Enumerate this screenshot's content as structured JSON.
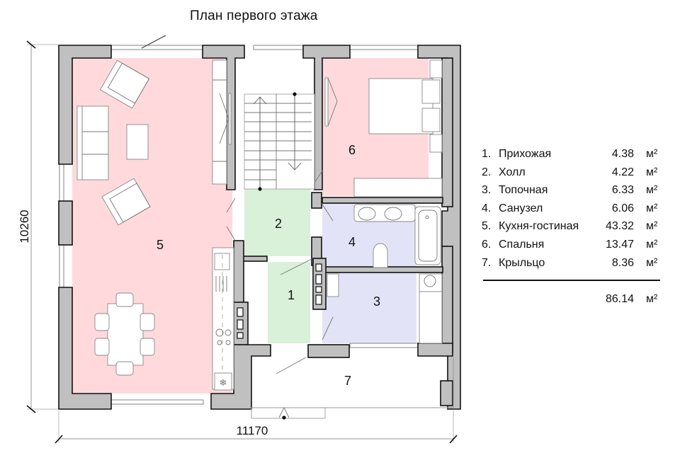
{
  "title": "План первого этажа",
  "dimensions": {
    "height": "10260",
    "width": "11170"
  },
  "rooms": [
    {
      "number": "1",
      "name": "Прихожая",
      "area": "4.38",
      "unit": "м²",
      "color": "#d9f0d9"
    },
    {
      "number": "2",
      "name": "Холл",
      "area": "4.22",
      "unit": "м²",
      "color": "#d9f0d9"
    },
    {
      "number": "3",
      "name": "Топочная",
      "area": "6.33",
      "unit": "м²",
      "color": "#e3e3f8"
    },
    {
      "number": "4",
      "name": "Санузел",
      "area": "6.06",
      "unit": "м²",
      "color": "#e3e3f8"
    },
    {
      "number": "5",
      "name": "Кухня-гостиная",
      "area": "43.32",
      "unit": "м²",
      "color": "#ffd9dc"
    },
    {
      "number": "6",
      "name": "Спальня",
      "area": "13.47",
      "unit": "м²",
      "color": "#ffd9dc"
    },
    {
      "number": "7",
      "name": "Крыльцо",
      "area": "8.36",
      "unit": "м²",
      "color": "#ffffff"
    }
  ],
  "legend": [
    {
      "index": "1.",
      "name": "Прихожая",
      "area": "4.38",
      "unit": "м²"
    },
    {
      "index": "2.",
      "name": "Холл",
      "area": "4.22",
      "unit": "м²"
    },
    {
      "index": "3.",
      "name": "Топочная",
      "area": "6.33",
      "unit": "м²"
    },
    {
      "index": "4.",
      "name": "Санузел",
      "area": "6.06",
      "unit": "м²"
    },
    {
      "index": "5.",
      "name": "Кухня-гостиная",
      "area": "43.32",
      "unit": "м²"
    },
    {
      "index": "6.",
      "name": "Спальня",
      "area": "13.47",
      "unit": "м²"
    },
    {
      "index": "7.",
      "name": "Крыльцо",
      "area": "8.36",
      "unit": "м²"
    }
  ],
  "total": {
    "area": "86.14",
    "unit": "м²"
  },
  "colors": {
    "wall": "#c0c0c0",
    "living": "#ffd9dc",
    "hall": "#d9f0d9",
    "service": "#e3e3f8"
  }
}
